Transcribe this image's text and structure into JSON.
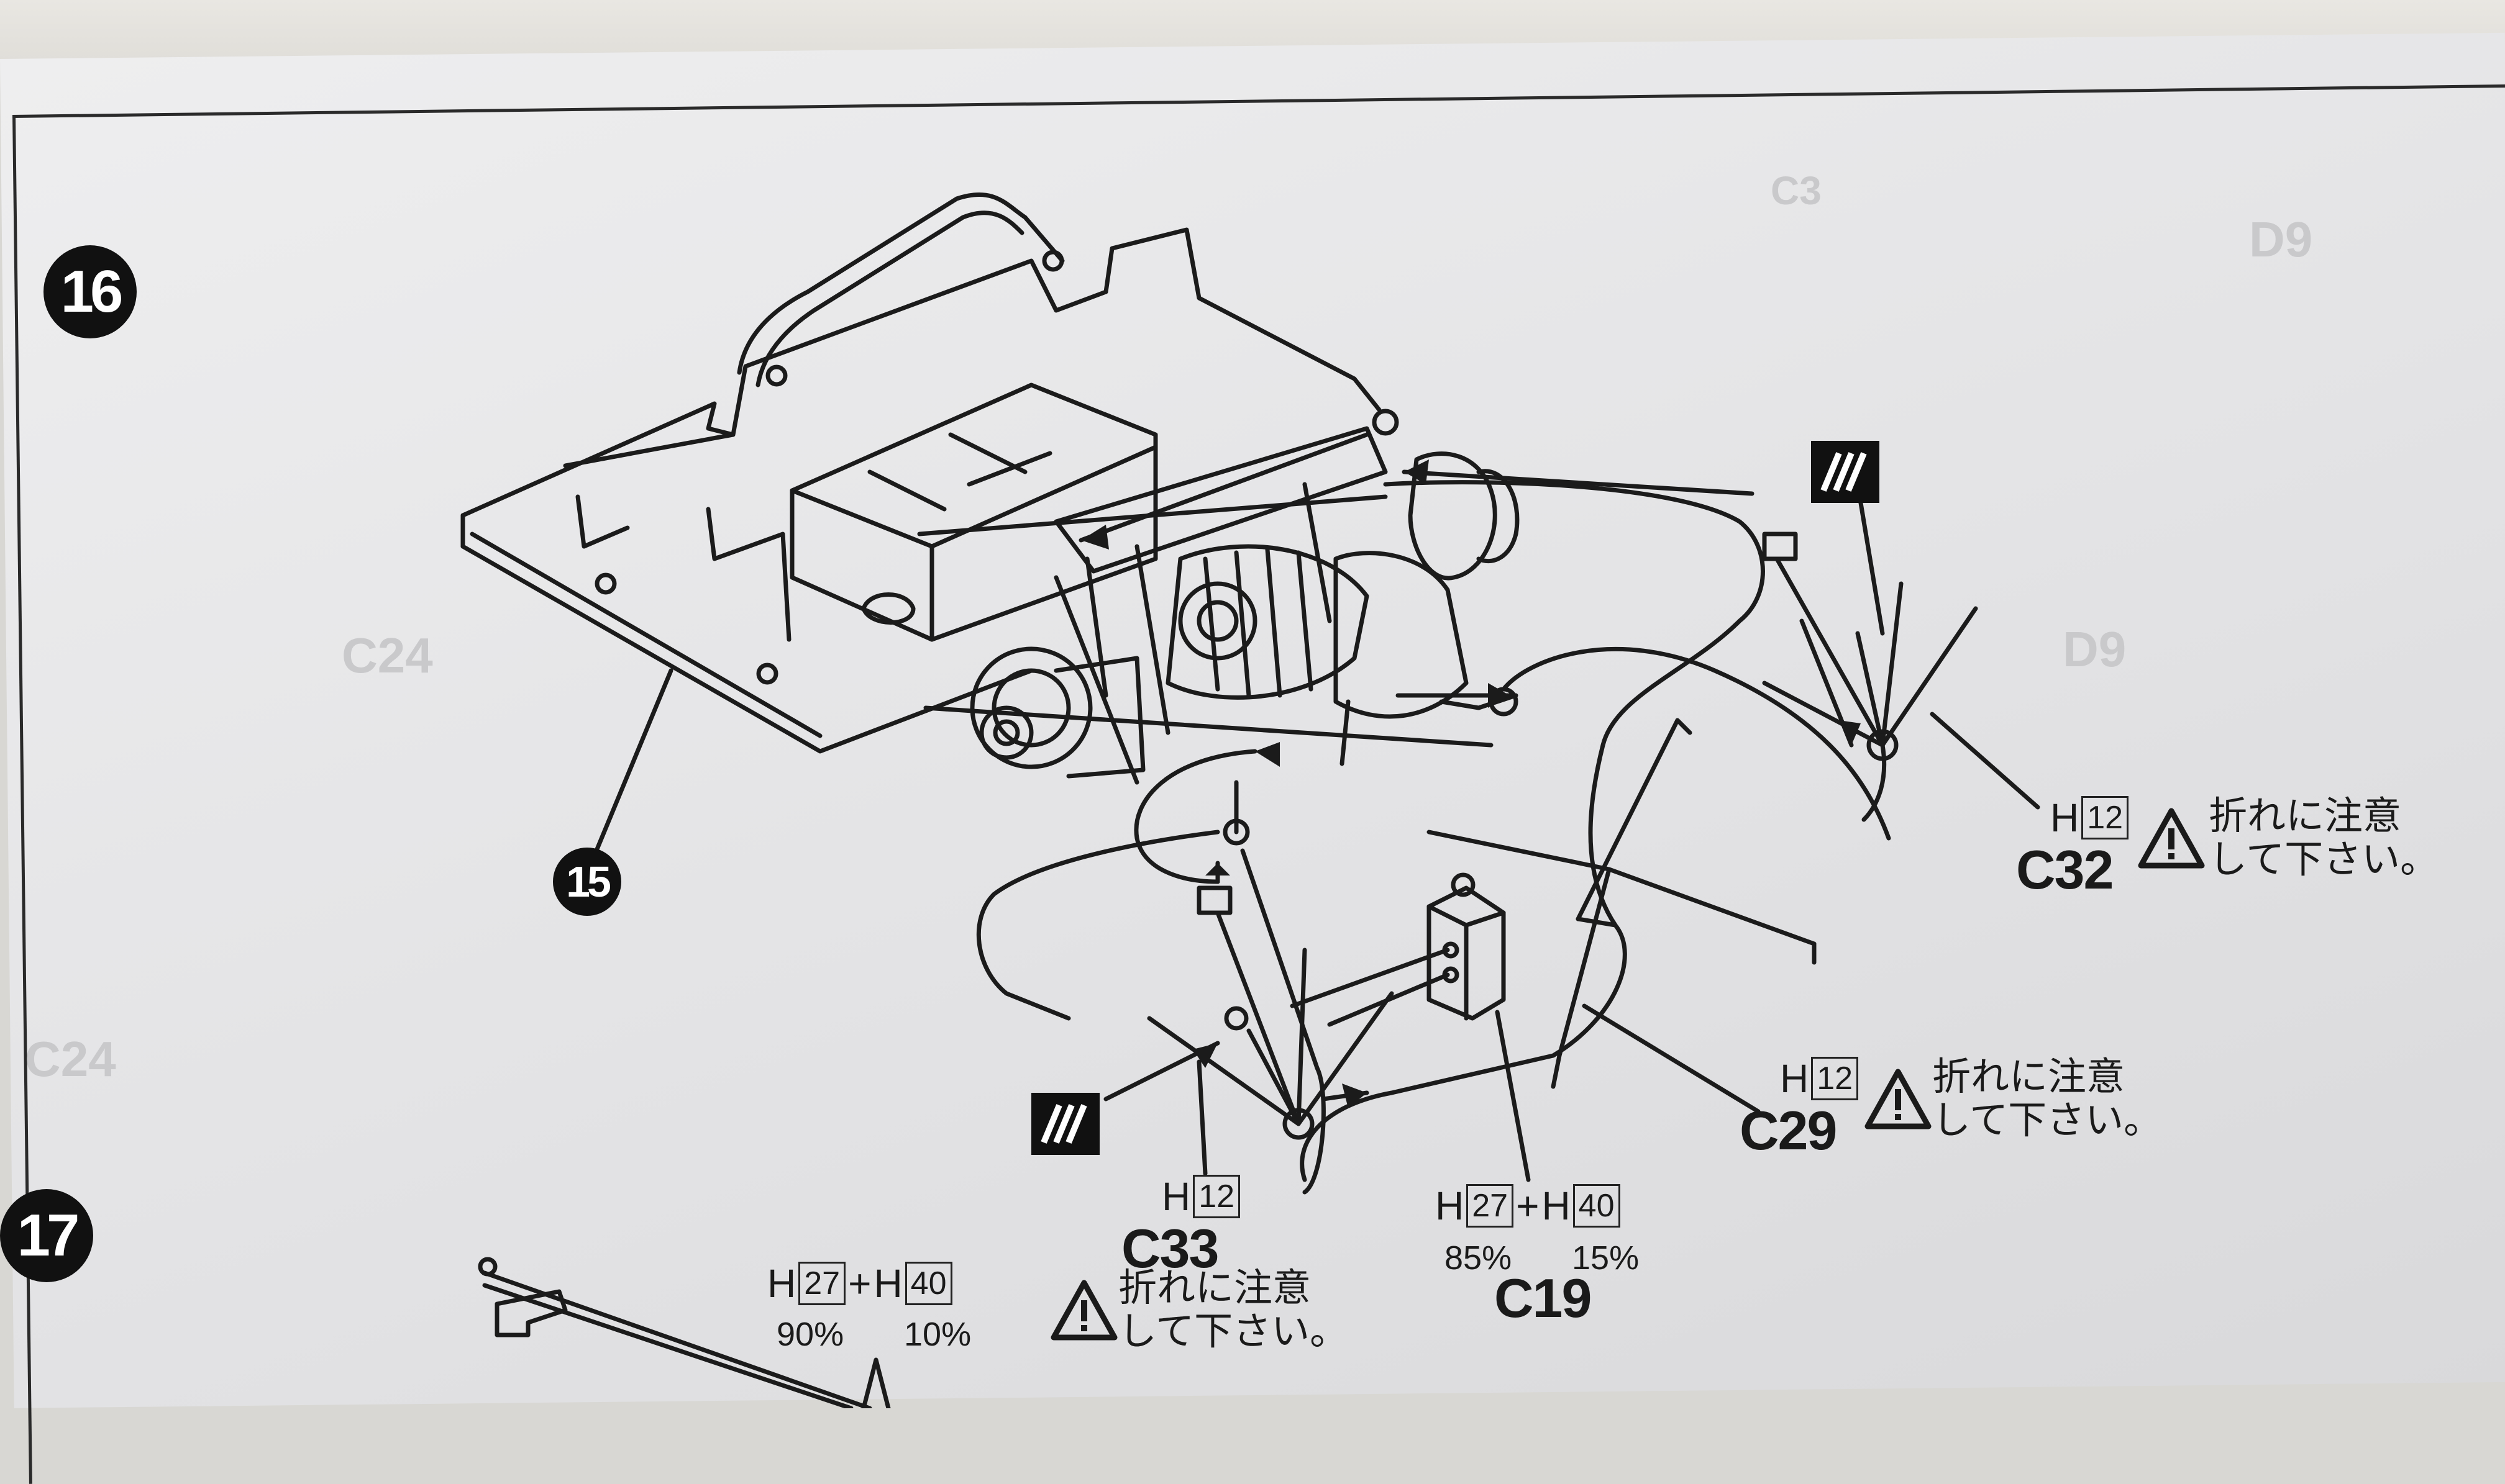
{
  "steps": {
    "step_16": "16",
    "step_17": "17"
  },
  "parts": {
    "ref_15": "15",
    "c32": {
      "code": "C32",
      "paint_letter": "H",
      "paint_no": "12",
      "note_line1": "折れに注意",
      "note_line2": "して下さい。"
    },
    "c29": {
      "code": "C29",
      "paint_letter": "H",
      "paint_no": "12",
      "note_line1": "折れに注意",
      "note_line2": "して下さい。"
    },
    "c33": {
      "code": "C33",
      "paint_letter": "H",
      "paint_no": "12",
      "note_line1": "折れに注意",
      "note_line2": "して下さい。"
    },
    "c19": {
      "code": "C19",
      "paint_a_letter": "H",
      "paint_a_no": "27",
      "plus": "+",
      "paint_b_letter": "H",
      "paint_b_no": "40",
      "pct_a": "85%",
      "pct_b": "15%"
    },
    "step17_mix": {
      "paint_a_letter": "H",
      "paint_a_no": "27",
      "plus": "+",
      "paint_b_letter": "H",
      "paint_b_no": "40",
      "pct_a": "90%",
      "pct_b": "10%"
    }
  },
  "bleed_through": {
    "c24_a": "C24",
    "c24_b": "C24",
    "d9": "D9",
    "d9_b": "D9",
    "c3": "C3"
  },
  "colors": {
    "ink": "#1a1a1a",
    "paper": "#e6e6e8",
    "ghost": "#c9c9cb"
  }
}
